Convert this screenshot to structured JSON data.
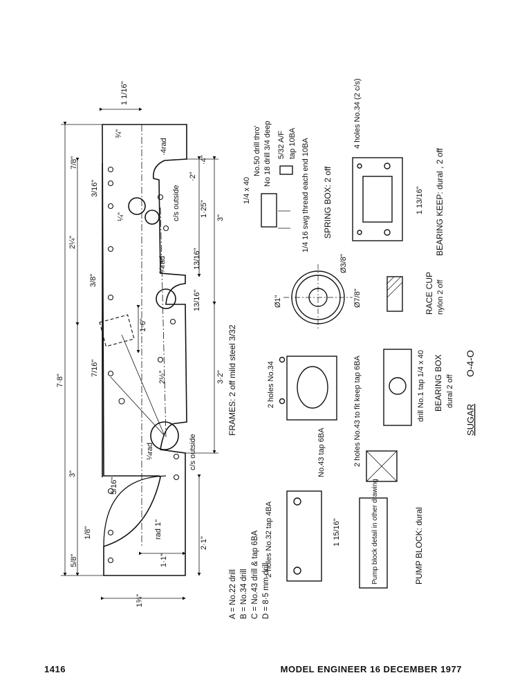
{
  "footer": {
    "page_number": "1416",
    "publication": "MODEL ENGINEER 16 DECEMBER 1977"
  },
  "legend": {
    "A": "A = No.22 drill",
    "B": "B = No.34 drill",
    "C": "C = No.43 drill & tap 6BA",
    "D": "D = 8·5 mm drill"
  },
  "frames": {
    "caption": "FRAMES:  2 off  mild steel 3/32",
    "dims": {
      "overall_length": "7·8\"",
      "len_3": "3\"",
      "len_2_25": "2¼\"",
      "len_1_25": "1·25\"",
      "len_3_short": "3\"",
      "len_3_2": "3·2\"",
      "len_2_1": "2·1\"",
      "len_1_1": "1·1\"",
      "len_1_6": "1·6\"",
      "height": "1¾\"",
      "top_width": "1 1/16\"",
      "w_3_4": "¾\"",
      "w_7_8": "7/8\"",
      "w_5_8": "5/8\"",
      "w_3_8": "3/8\"",
      "w_3_16": "3/16\"",
      "w_1_4": "¼\"",
      "w_5_16": "5/16\"",
      "w_7_16": "7/16\"",
      "w_1_8": "1/8\"",
      "w_13_16": "13/16\"",
      "w_13_16b": "13/16\"",
      "dim_4": "·4\"",
      "dim_2": "·2\"",
      "rad_4": "·4rad",
      "rad_quarter": "¼rad",
      "rad_quarter2": "¼rad",
      "rad_1": "rad 1\"",
      "angle_2_5": "2½°",
      "cs_outside": "c/s outside",
      "cs_outside2": "c/s outside"
    }
  },
  "spring_box": {
    "note_drill": "No.50 drill thro'",
    "note_deep": "No 18 drill 3/4 deep",
    "note_thread": "1/4 x 40",
    "note_af": "5/32 A/F",
    "note_tap": "tap 10BA",
    "note_swg": "1/4 16 swg thread each end 10BA",
    "caption": "SPRING BOX:  2 off"
  },
  "race_cup": {
    "d1": "Ø1\"",
    "d2": "Ø7/8\"",
    "d3": "Ø3/8\"",
    "caption": "RACE CUP",
    "sub": "nylon 2 off"
  },
  "bearing_keep": {
    "holes": "4 holes No.34 (2 c/s)",
    "dim": "1 13/16\"",
    "caption": "BEARING KEEP: dural , 2 off"
  },
  "bearing_box": {
    "holes": "2 holes No.34",
    "holes2": "2 holes No.43 to fit keep tap 6BA",
    "drill": "drill No.1 tap 1/4 x 40",
    "caption": "BEARING BOX",
    "sub": "dural  2 off"
  },
  "pump_block": {
    "holes": "2 holes No.32 tap 4BA",
    "tap": "No.43 tap 6BA",
    "dim": "1 15/16\"",
    "detail_note": "Pump block detail in other drawing",
    "caption": "PUMP BLOCK: dural"
  },
  "title": {
    "model": "O-4-O",
    "name": "SUGAR"
  }
}
